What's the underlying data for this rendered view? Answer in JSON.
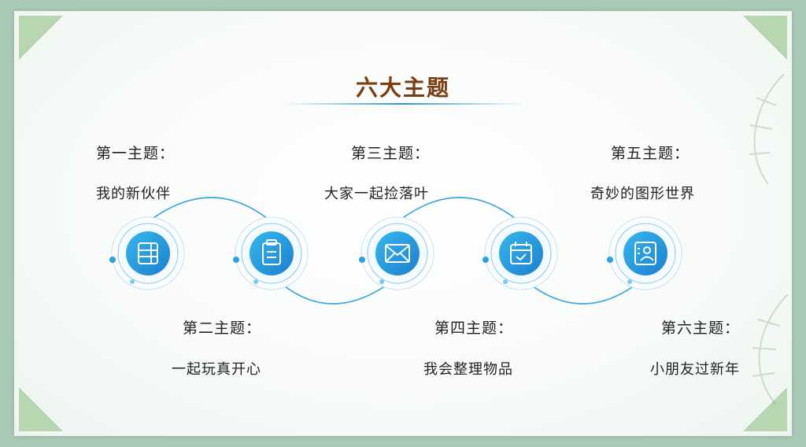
{
  "title": "六大主题",
  "topics": [
    {
      "label": "第一主题：",
      "name": "我的新伙伴",
      "icon": "book-stack-icon"
    },
    {
      "label": "第二主题：",
      "name": "一起玩真开心",
      "icon": "clipboard-icon"
    },
    {
      "label": "第三主题：",
      "name": "大家一起捡落叶",
      "icon": "envelope-icon"
    },
    {
      "label": "第四主题：",
      "name": "我会整理物品",
      "icon": "calendar-icon"
    },
    {
      "label": "第五主题：",
      "name": "奇妙的图形世界",
      "icon": "id-card-icon"
    },
    {
      "label": "第六主题：",
      "name": "小朋友过新年",
      "icon": ""
    }
  ],
  "colors": {
    "accent": "#2f92d6",
    "icon_bg": "#1f8fd8",
    "title": "#7a3d10",
    "frame": "#aacab6"
  }
}
